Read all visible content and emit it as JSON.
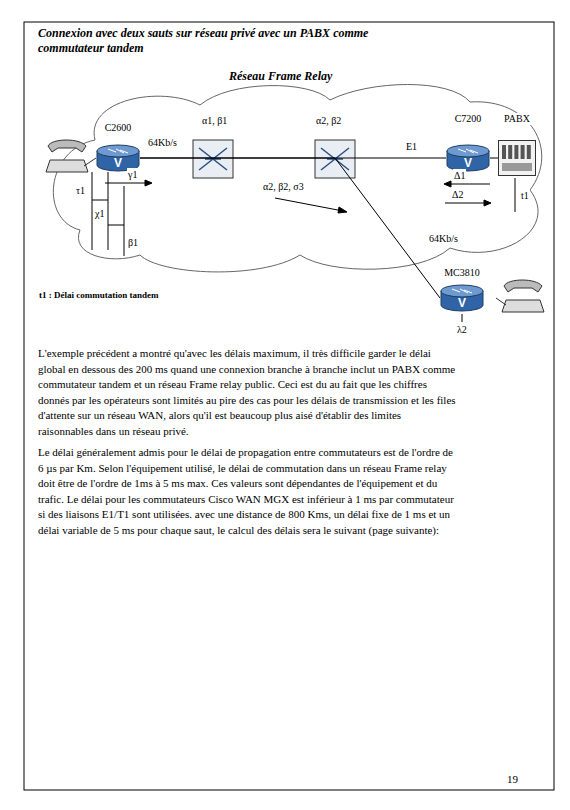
{
  "diagram": {
    "title": "Connexion avec deux sauts sur réseau privé avec un PABX comme commutateur tandem",
    "nodes": [
      {
        "text": [
          "C2600",
          "V"
        ]
      },
      {
        "text": [
          "C7200",
          "V"
        ]
      },
      {
        "text": [
          "PABX"
        ]
      },
      {
        "text": [
          "MC3810",
          "V"
        ]
      }
    ],
    "edges": [
      {
        "from": 0,
        "to": 1,
        "arrow": "none"
      },
      {
        "from": 1,
        "to": 2,
        "arrow": "none"
      },
      {
        "from": 0,
        "to": 3,
        "arrow": "none"
      }
    ],
    "labels": [
      "Réseau Frame Relay",
      "α1, β1",
      "α2, β2",
      "64Kb/s",
      "E1",
      "Δ1",
      "Δ2",
      "γ1",
      "τ1",
      "χ1",
      "β1",
      "α2, β2, σ3",
      "t1",
      "64Kb/s",
      "t1 : Délai commutation tandem",
      "λ2",
      "L'exemple précédent a montré qu'avec les délais maximum, il très difficile garder le délai global en dessous des 200 ms quand une connexion branche à branche inclut un PABX comme commutateur tandem et un réseau Frame relay public. Ceci est du au fait que les chiffres donnés par les opérateurs sont limités au pire des cas pour les délais de transmission et les files d'attente sur un réseau WAN, alors qu'il est beaucoup plus aisé d'établir des limites raisonnables dans un réseau privé.",
      "Le délai généralement admis pour le délai de propagation entre commutateurs est de l'ordre de 6 µs par Km. Selon l'équipement utilisé, le délai de commutation dans un réseau Frame relay doit être de l'ordre de 1ms à 5 ms max. Ces valeurs sont dépendantes de l'équipement et du trafic. Le délai pour les commutateurs Cisco WAN MGX est inférieur à 1 ms par commutateur si des liaisons E1/T1 sont utilisées. avec une distance de 800 Kms, un délai fixe de 1 ms et un délai variable de 5 ms pour chaque saut, le calcul des délais sera le suivant (page suivante):",
      "19"
    ]
  }
}
